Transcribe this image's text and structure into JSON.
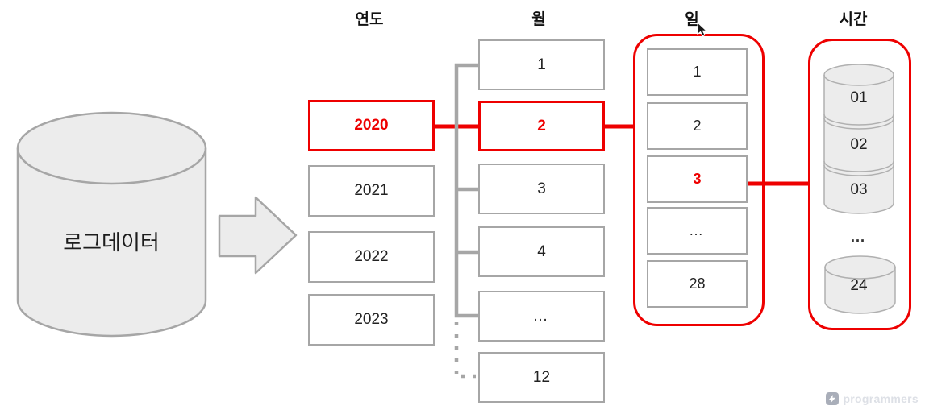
{
  "diagram": {
    "source": {
      "label": "로그데이터",
      "shape": "database-cylinder"
    },
    "flow_arrow": "arrow-right",
    "columns": {
      "year": {
        "header": "연도",
        "items": [
          "2020",
          "2021",
          "2022",
          "2023"
        ],
        "selected": "2020"
      },
      "month": {
        "header": "월",
        "items": [
          "1",
          "2",
          "3",
          "4",
          "…",
          "12"
        ],
        "selected": "2"
      },
      "day": {
        "header": "일",
        "items": [
          "1",
          "2",
          "3",
          "…",
          "28"
        ],
        "selected": "3"
      },
      "hour": {
        "header": "시간",
        "items": [
          "01",
          "02",
          "03",
          "…",
          "24"
        ]
      }
    },
    "selected_path": [
      "2020",
      "2",
      "3"
    ],
    "colors": {
      "accent_red": "#ee0000",
      "box_border_gray": "#a6a6a6",
      "shape_fill_gray": "#ececec"
    }
  },
  "watermark": {
    "label": "programmers",
    "icon": "bolt-icon"
  }
}
